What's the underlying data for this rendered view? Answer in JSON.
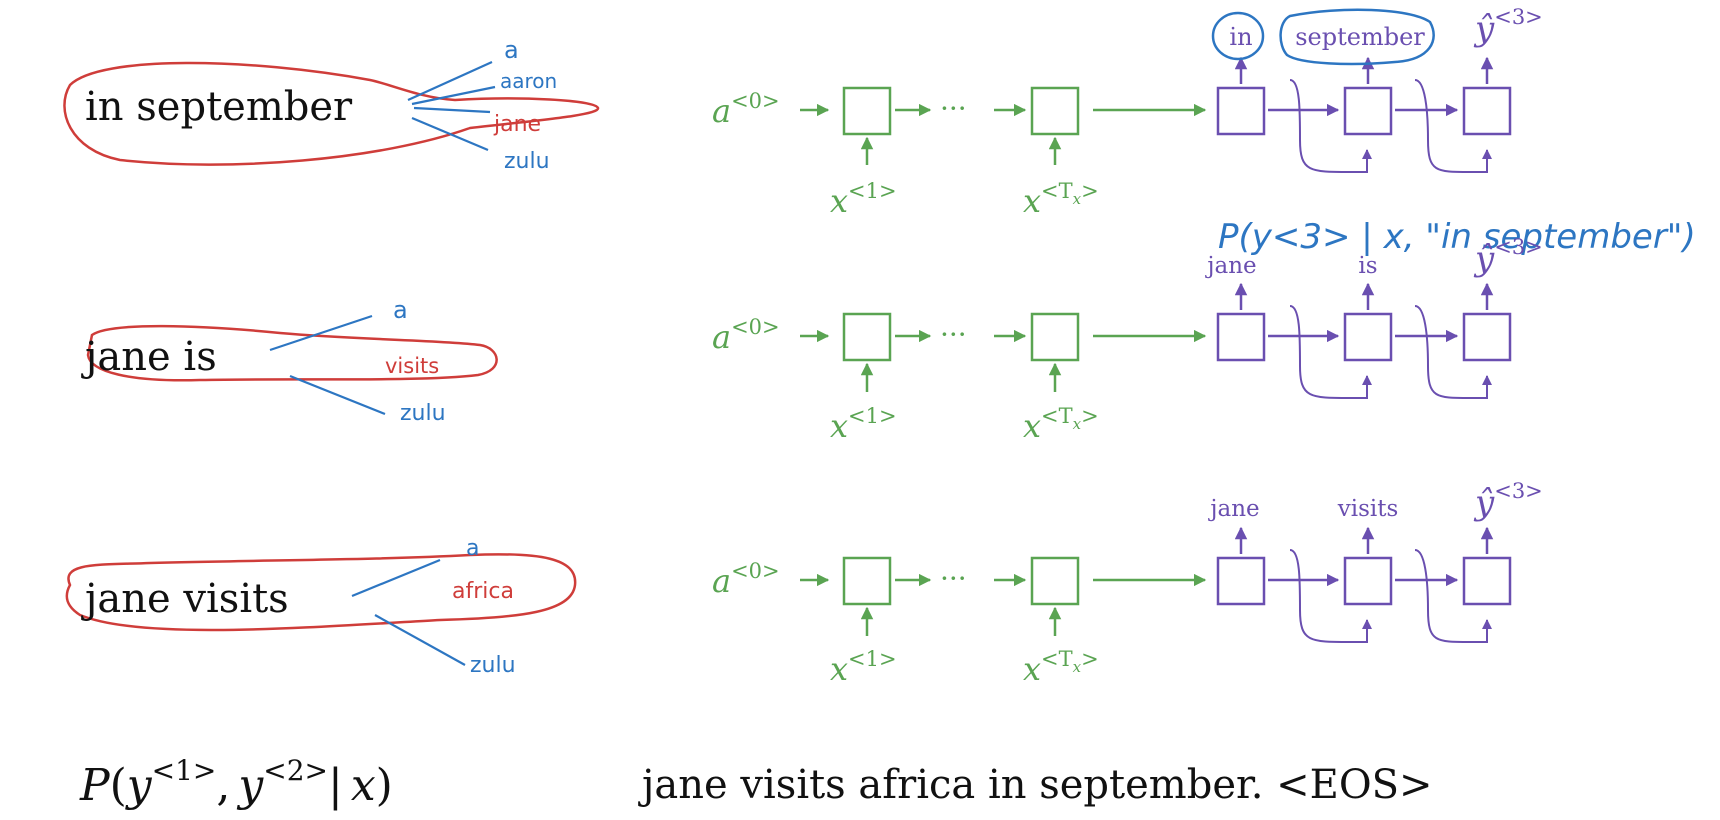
{
  "colors": {
    "encoder": "#5aa452",
    "decoder": "#6a4fb0",
    "annotation_blue": "#2d76c2",
    "annotation_red": "#cf3d3a",
    "text": "#111111"
  },
  "encoder": {
    "a0_base": "a",
    "a0_sup": "<0>",
    "dots": "···",
    "x1_base": "x",
    "x1_sup": "<1>",
    "xT_base": "x",
    "xT_sup_open": "<T",
    "xT_sup_sub": "x",
    "xT_sup_close": ">"
  },
  "y3": {
    "base": "ŷ",
    "sup": "<3>"
  },
  "rows": [
    {
      "left_phrase": "in september",
      "candidates": [
        "a",
        "aaron",
        "jane",
        "zulu"
      ],
      "decoder_outputs": [
        "in",
        "september"
      ]
    },
    {
      "left_phrase": "jane is",
      "candidates": [
        "a",
        "visits",
        "zulu"
      ],
      "decoder_outputs": [
        "jane",
        "is"
      ]
    },
    {
      "left_phrase": "jane visits",
      "candidates": [
        "a",
        "africa",
        "zulu"
      ],
      "decoder_outputs": [
        "jane",
        "visits"
      ]
    }
  ],
  "handwritten_formula": "P(y<3> | x, \"in september\")",
  "bottom": {
    "formula": {
      "P": "P",
      "open": "(",
      "y1_base": "y",
      "y1_sup": "<1>",
      "comma": ",",
      "y2_base": "y",
      "y2_sup": "<2>",
      "bar": "|",
      "x": "x",
      "close": ")"
    },
    "sentence": "jane visits africa in september. <EOS>"
  }
}
